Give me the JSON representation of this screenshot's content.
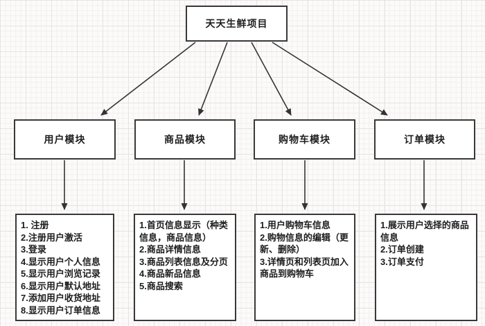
{
  "colors": {
    "canvas_bg": "#fcfbfa",
    "grid_minor": "#f2efef",
    "grid_major": "#e7e3e3",
    "box_fill": "#ffffff",
    "box_border": "#383838",
    "text": "#1d1d1d",
    "arrow": "#333333"
  },
  "diagram": {
    "root": {
      "label": "天天生鲜项目"
    },
    "modules": [
      {
        "label": "用户模块",
        "details": [
          "1. 注册",
          "2.注册用户激活",
          "3.登录",
          "4.显示用户个人信息",
          "5.显示用户浏览记录",
          "6.显示用户默认地址",
          "7.添加用户收货地址",
          "8.显示用户订单信息"
        ]
      },
      {
        "label": "商品模块",
        "details": [
          "1.首页信息显示（种类信息，商品信息）",
          "2.商品详情信息",
          "3.商品列表信息及分页",
          "4.商品新品信息",
          "5.商品搜索"
        ]
      },
      {
        "label": "购物车模块",
        "details": [
          "1.用户购物车信息",
          "2.购物信息的编辑（更新、删除）",
          "3.详情页和列表页加入商品到购物车"
        ]
      },
      {
        "label": "订单模块",
        "details": [
          "1.展示用户选择的商品信息",
          "2.订单创建",
          "3.订单支付"
        ]
      }
    ]
  }
}
